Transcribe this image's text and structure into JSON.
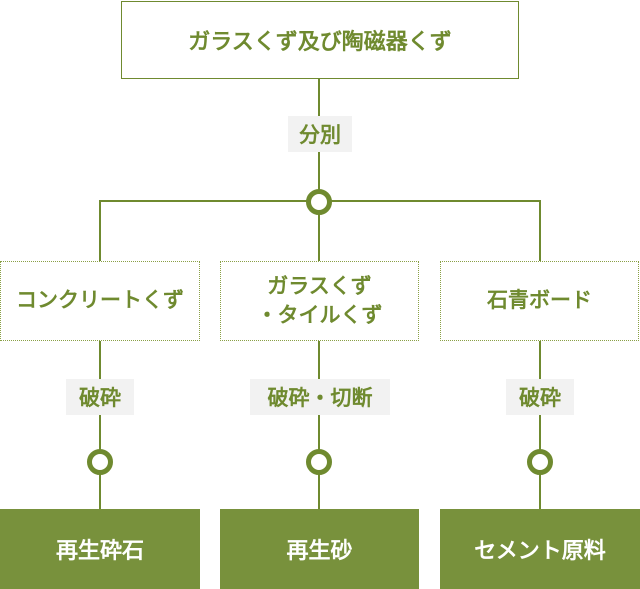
{
  "root": "ガラスくず及び陶磁器くず",
  "root_process": "分別",
  "branches": [
    {
      "category": "コンクリートくず",
      "process": "破砕",
      "product": "再生砕石"
    },
    {
      "category_line1": "ガラスくず",
      "category_line2": "・タイルくず",
      "process": "破砕・切断",
      "product": "再生砂"
    },
    {
      "category": "石青ボード",
      "process": "破砕",
      "product": "セメント原料"
    }
  ]
}
